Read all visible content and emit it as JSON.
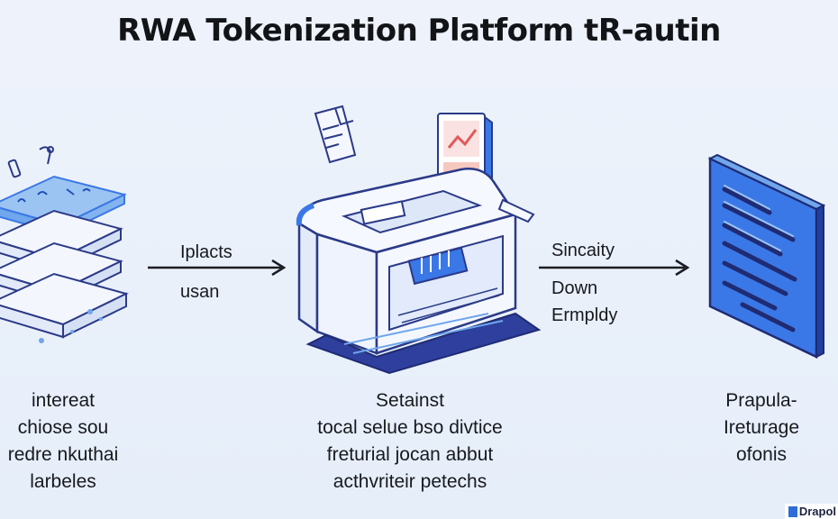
{
  "title": "RWA Tokenization Platform tR-autin",
  "arrow1": {
    "lines": [
      "Iplacts",
      "usan"
    ]
  },
  "arrow2": {
    "lines": [
      "Sincaity",
      "Down",
      "Ermpldy"
    ]
  },
  "columns": [
    {
      "lines": [
        "intereat",
        "chiose sou",
        "redre nkuthai",
        "larbeles"
      ]
    },
    {
      "lines": [
        "Setainst",
        "tocal selue bso divtice",
        "freturial jocan abbut",
        "acthvriteir petechs"
      ]
    },
    {
      "lines": [
        "Prapula-",
        "Ireturage",
        "ofonis"
      ]
    }
  ],
  "watermark": "Drapol",
  "colors": {
    "accent": "#3b78e7",
    "outline": "#2b3a88",
    "arrow": "#1b1d22"
  },
  "icons": [
    "stacked-layers-icon",
    "tokenization-machine-icon",
    "token-document-icon"
  ]
}
